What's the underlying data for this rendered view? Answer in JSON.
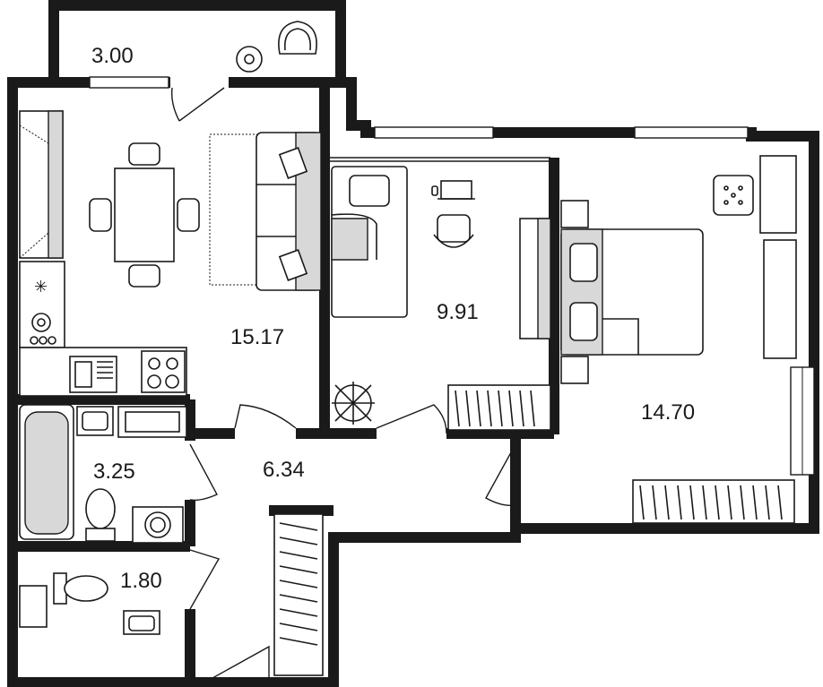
{
  "plan": {
    "rooms": [
      {
        "id": "balcony",
        "area": "3.00"
      },
      {
        "id": "living_kitchen",
        "area": "15.17"
      },
      {
        "id": "bedroom_small",
        "area": "9.91"
      },
      {
        "id": "bedroom_large",
        "area": "14.70"
      },
      {
        "id": "bathroom",
        "area": "3.25"
      },
      {
        "id": "hallway",
        "area": "6.34"
      },
      {
        "id": "toilet",
        "area": "1.80"
      }
    ],
    "colors": {
      "wall": "#1a1a1a",
      "fixture_fill": "#d8d8d8",
      "background": "#ffffff"
    }
  }
}
